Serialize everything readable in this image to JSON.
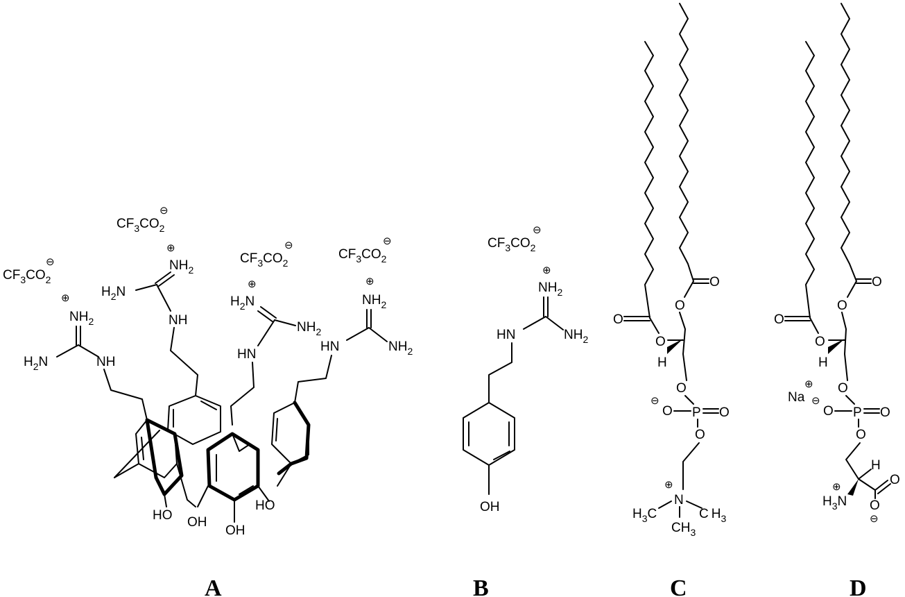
{
  "panels": {
    "A": {
      "label": "A"
    },
    "B": {
      "label": "B"
    },
    "C": {
      "label": "C"
    },
    "D": {
      "label": "D"
    }
  },
  "atoms": {
    "cf3": "CF",
    "co": "CO",
    "sub3": "3",
    "sub2": "2",
    "nh": "NH",
    "hn": "HN",
    "h": "H",
    "n": "N",
    "nh2_h": "H",
    "nh2_n": "N",
    "oh": "OH",
    "ho": "HO",
    "o": "O",
    "p": "P",
    "na": "Na",
    "c": "C",
    "plus": "⊕",
    "minus": "⊖"
  }
}
